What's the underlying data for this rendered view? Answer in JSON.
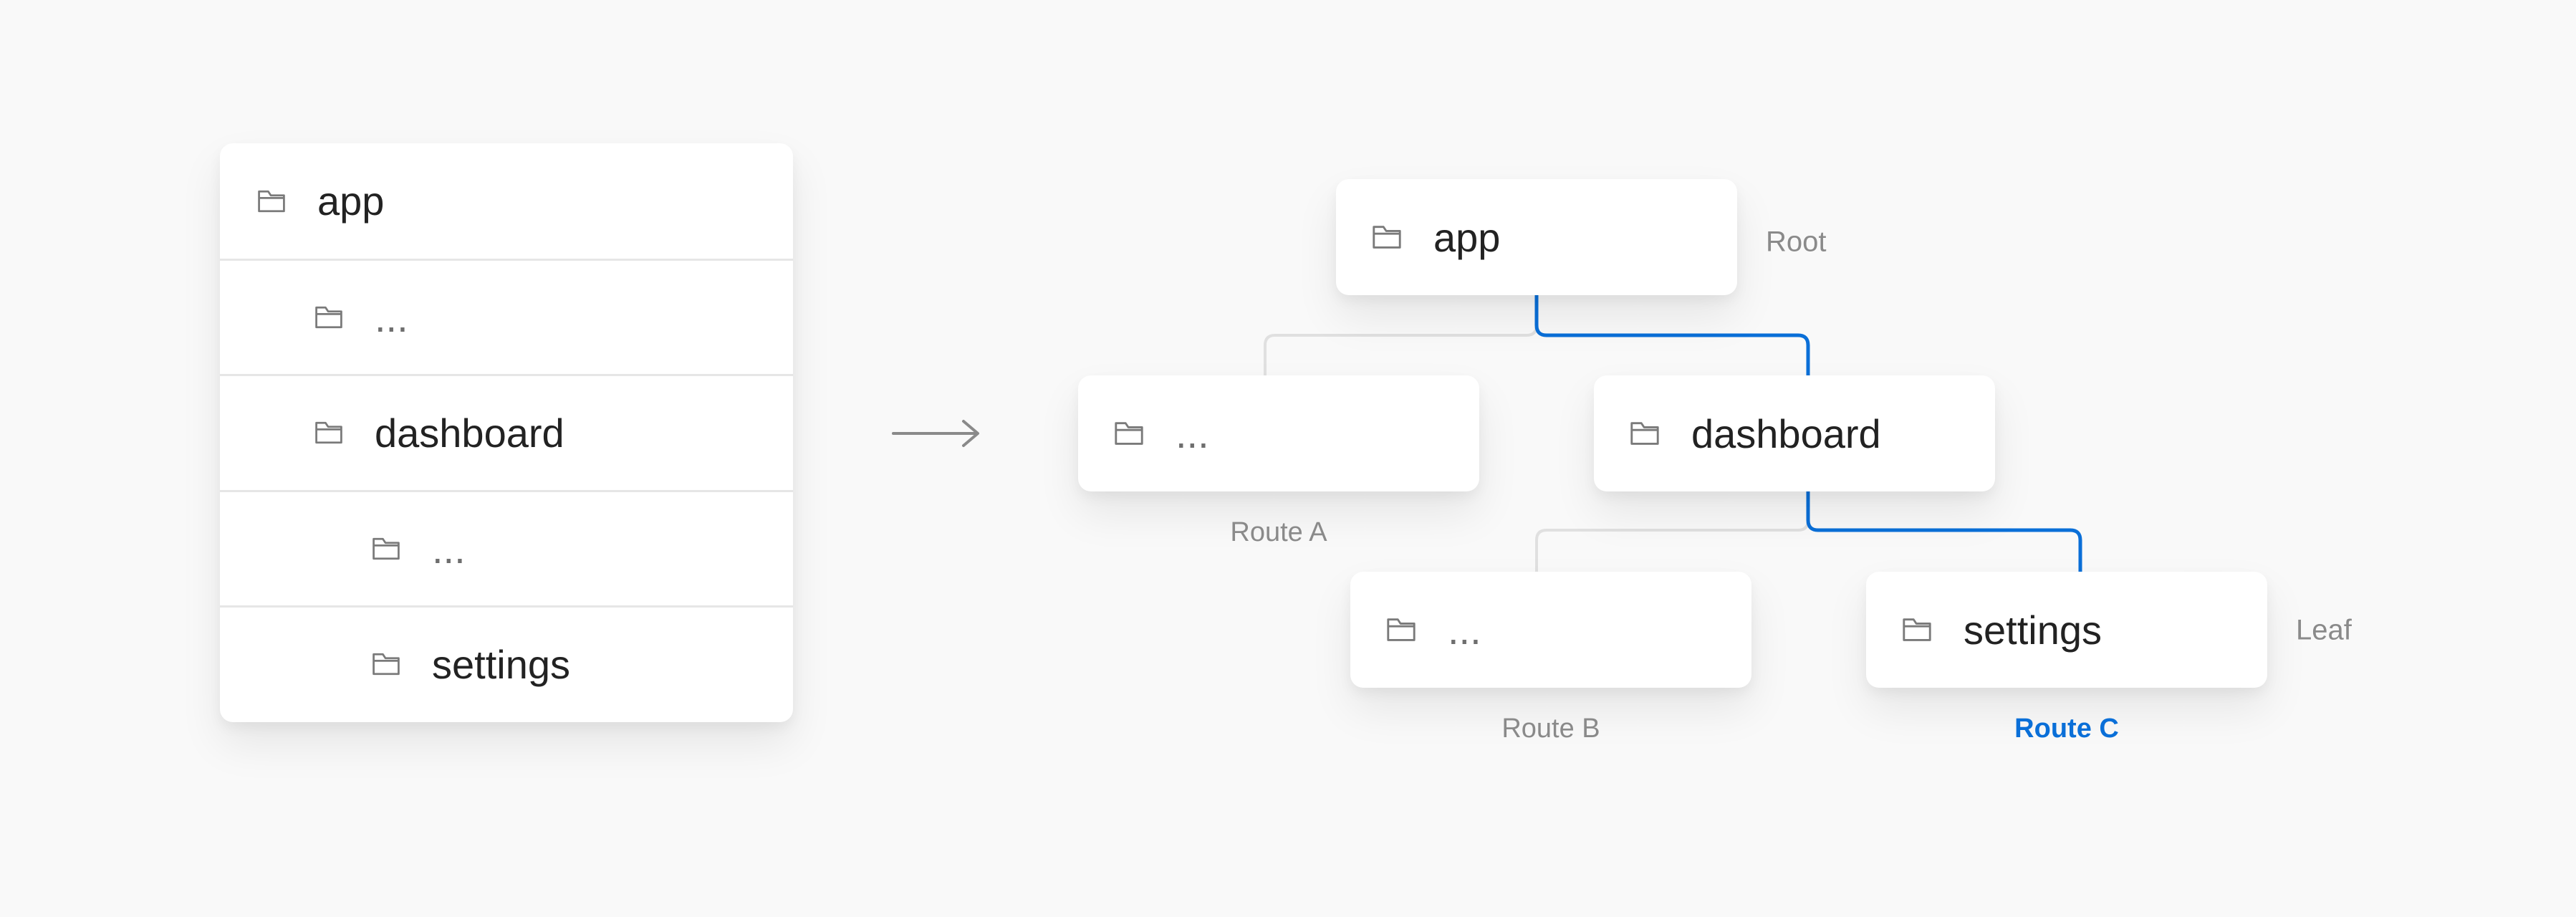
{
  "file_tree": {
    "items": [
      {
        "label": "app",
        "icon": "folder-icon"
      },
      {
        "label": "...",
        "icon": "folder-icon"
      },
      {
        "label": "dashboard",
        "icon": "folder-icon"
      },
      {
        "label": "...",
        "icon": "folder-icon"
      },
      {
        "label": "settings",
        "icon": "folder-icon"
      }
    ]
  },
  "arrow_icon": "arrow-right-icon",
  "diagram": {
    "root": {
      "label": "app",
      "side_label": "Root"
    },
    "route_a": {
      "label": "...",
      "caption": "Route A"
    },
    "dashboard": {
      "label": "dashboard"
    },
    "route_b": {
      "label": "...",
      "caption": "Route B"
    },
    "settings": {
      "label": "settings",
      "caption": "Route C",
      "side_label": "Leaf"
    }
  },
  "colors": {
    "background": "#f9f9f9",
    "highlight": "#0a6fd8",
    "inactive_line": "#e0e0e0",
    "text": "#222222",
    "muted_text": "#6e6e6e",
    "caption_text": "#8a8a8a"
  }
}
